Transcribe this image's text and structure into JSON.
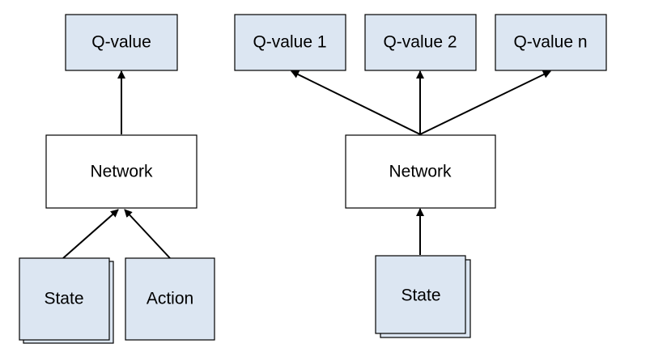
{
  "colors": {
    "blue_box_fill": "#dce6f2",
    "white_box_fill": "#ffffff",
    "stroke": "#000000"
  },
  "left_diagram": {
    "output": "Q-value",
    "network": "Network",
    "inputs": [
      "State",
      "Action"
    ]
  },
  "right_diagram": {
    "outputs": [
      "Q-value 1",
      "Q-value 2",
      "Q-value n"
    ],
    "network": "Network",
    "input": "State"
  }
}
